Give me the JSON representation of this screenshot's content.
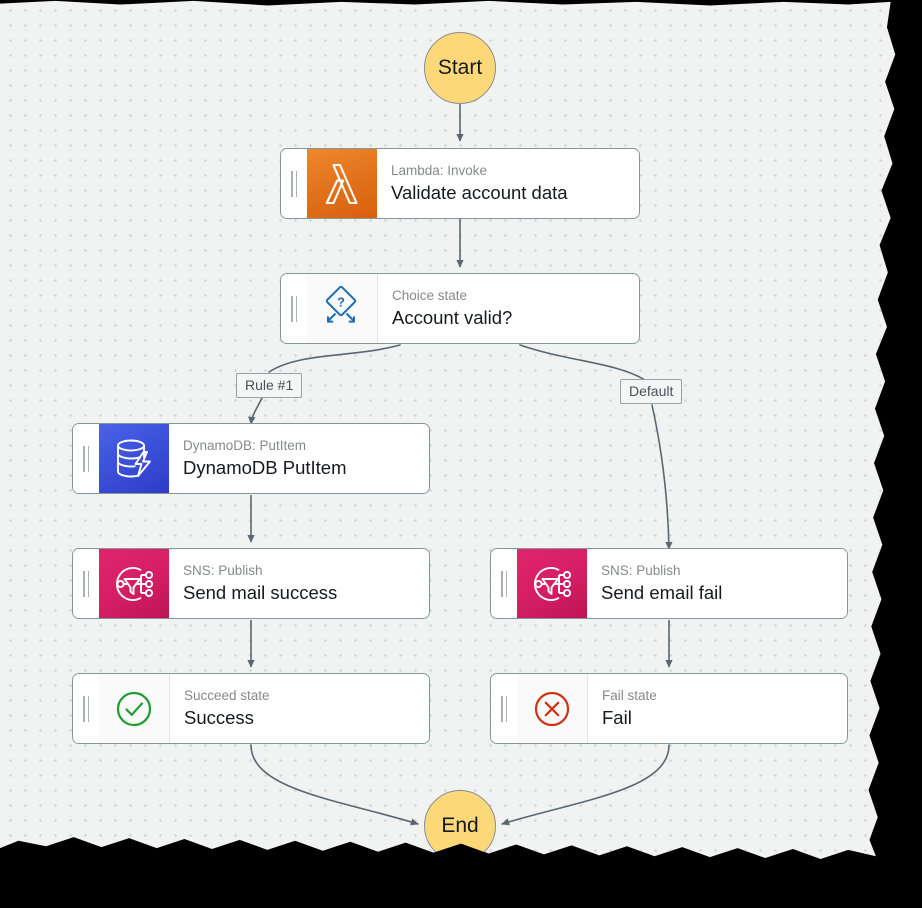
{
  "canvas": {
    "background_color": "#f1f2f2",
    "dot_color": "#d2d7d9",
    "mask_color": "#000000"
  },
  "terminals": {
    "start": {
      "label": "Start",
      "fill": "#fcd878",
      "stroke": "#8a8f94"
    },
    "end": {
      "label": "End",
      "fill": "#fcd878",
      "stroke": "#8a8f94"
    }
  },
  "states": [
    {
      "id": "validate-account-data",
      "kind": "Lambda: Invoke",
      "name": "Validate account data",
      "icon": "lambda-icon",
      "accent": "#e0701a"
    },
    {
      "id": "account-valid",
      "kind": "Choice state",
      "name": "Account valid?",
      "icon": "choice-diamond-icon",
      "accent": "#1a6fb8"
    },
    {
      "id": "dynamodb-putitem",
      "kind": "DynamoDB: PutItem",
      "name": "DynamoDB PutItem",
      "icon": "dynamodb-icon",
      "accent": "#3b4fd8"
    },
    {
      "id": "send-mail-success",
      "kind": "SNS: Publish",
      "name": "Send mail success",
      "icon": "sns-icon",
      "accent": "#d41e63"
    },
    {
      "id": "send-email-fail",
      "kind": "SNS: Publish",
      "name": "Send email fail",
      "icon": "sns-icon",
      "accent": "#d41e63"
    },
    {
      "id": "success",
      "kind": "Succeed state",
      "name": "Success",
      "icon": "check-circle-icon",
      "accent": "#1d9d2f"
    },
    {
      "id": "fail",
      "kind": "Fail state",
      "name": "Fail",
      "icon": "x-circle-icon",
      "accent": "#d13212"
    }
  ],
  "edge_labels": {
    "rule_1": "Rule #1",
    "default": "Default"
  },
  "edges": [
    {
      "from": "start",
      "to": "validate-account-data",
      "label": ""
    },
    {
      "from": "validate-account-data",
      "to": "account-valid",
      "label": ""
    },
    {
      "from": "account-valid",
      "to": "dynamodb-putitem",
      "label": "Rule #1"
    },
    {
      "from": "account-valid",
      "to": "send-email-fail",
      "label": "Default"
    },
    {
      "from": "dynamodb-putitem",
      "to": "send-mail-success",
      "label": ""
    },
    {
      "from": "send-mail-success",
      "to": "success",
      "label": ""
    },
    {
      "from": "send-email-fail",
      "to": "fail",
      "label": ""
    },
    {
      "from": "success",
      "to": "end",
      "label": ""
    },
    {
      "from": "fail",
      "to": "end",
      "label": ""
    }
  ]
}
